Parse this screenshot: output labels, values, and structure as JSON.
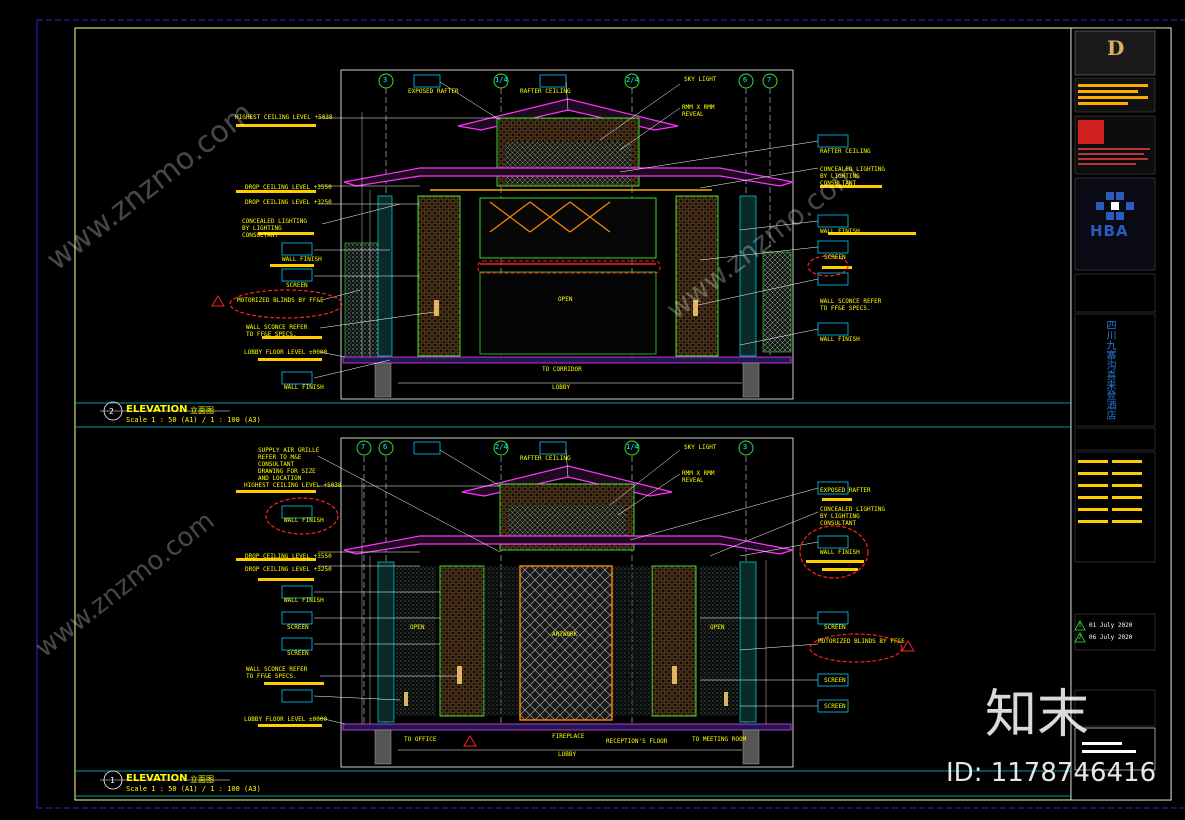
{
  "drawing": {
    "elevation_top": {
      "number": "2",
      "title": "ELEVATION",
      "title_cn": "立面图",
      "scale": "Scale 1 : 50 (A1) / 1 : 100 (A3)",
      "grid_marks": [
        "3",
        "1/4",
        "2/4",
        "6",
        "7"
      ],
      "left_labels": [
        "HIGHEST CEILING LEVEL +5038",
        "DROP CEILING LEVEL +3550",
        "DROP CEILING LEVEL +3250",
        "CONCEALED LIGHTING BY LIGHTING CONSULTANT",
        "WALL FINISH",
        "SCREEN",
        "MOTORIZED BLINDS BY FF&E",
        "WALL SCONCE REFER TO FF&E SPECS.",
        "LOBBY FLOOR LEVEL ±0000",
        "WALL FINISH"
      ],
      "top_labels": [
        "EXPOSED RAFTER",
        "RAFTER CEILING",
        "SKY LIGHT",
        "RMM X RMM REVEAL"
      ],
      "right_labels": [
        "RAFTER CEILING",
        "CONCEALED LIGHTING BY LIGHTING CONSULTANT",
        "WALL FINISH",
        "SCREEN",
        "WALL SCONCE REFER TO FF&E SPECS.",
        "WALL FINISH"
      ],
      "bottom_labels": [
        "TO CORRIDOR",
        "LOBBY"
      ],
      "open_label": "OPEN"
    },
    "elevation_bottom": {
      "number": "1",
      "title": "ELEVATION",
      "title_cn": "立面图",
      "scale": "Scale 1 : 50 (A1) / 1 : 100 (A3)",
      "grid_marks": [
        "7",
        "6",
        "2/4",
        "1/4",
        "3"
      ],
      "left_labels": [
        "SUPPLY AIR GRILLE REFER TO M&E CONSULTANT DRAWING FOR SIZE AND LOCATION",
        "HIGHEST CEILING LEVEL +5038",
        "WALL FINISH",
        "DROP CEILING LEVEL +3550",
        "DROP CEILING LEVEL +3250",
        "WALL FINISH",
        "SCREEN",
        "SCREEN",
        "WALL SCONCE REFER TO FF&E SPECS.",
        "LOBBY FLOOR LEVEL ±0000"
      ],
      "top_labels": [
        "RAFTER CEILING",
        "SKY LIGHT",
        "RMM X RMM REVEAL"
      ],
      "right_labels": [
        "EXPOSED RAFTER",
        "CONCEALED LIGHTING BY LIGHTING CONSULTANT",
        "WALL FINISH",
        "SCREEN",
        "MOTORIZED BLINDS BY FF&E",
        "SCREEN",
        "SCREEN"
      ],
      "bottom_labels": [
        "TO OFFICE",
        "FIREPLACE",
        "RECEPTION'S FLOOR",
        "TO MEETING ROOM",
        "LOBBY"
      ],
      "open_label": "OPEN",
      "artwork_label": "ARTWORK"
    }
  },
  "title_block": {
    "logo_letter": "D",
    "consultant_logo": "HBA",
    "project_cn": "四川九寨沟喜来登酒店",
    "revisions": [
      {
        "mark": "1",
        "date": "01 July 2020"
      },
      {
        "mark": "2",
        "date": "06 July 2020"
      }
    ]
  },
  "watermark": {
    "site": "www.znzmo.com",
    "brand_cn": "知末",
    "id_text": "ID: 1178746416"
  },
  "colors": {
    "background": "#000000",
    "border": "#ffff00",
    "frame_cyan": "#00c8c8",
    "annotation_yellow": "#ffff66",
    "roof_magenta": "#ff33ff",
    "cloud_red": "#ff2020",
    "structure_green": "#33dd33",
    "hba_blue": "#2a5bbd"
  }
}
